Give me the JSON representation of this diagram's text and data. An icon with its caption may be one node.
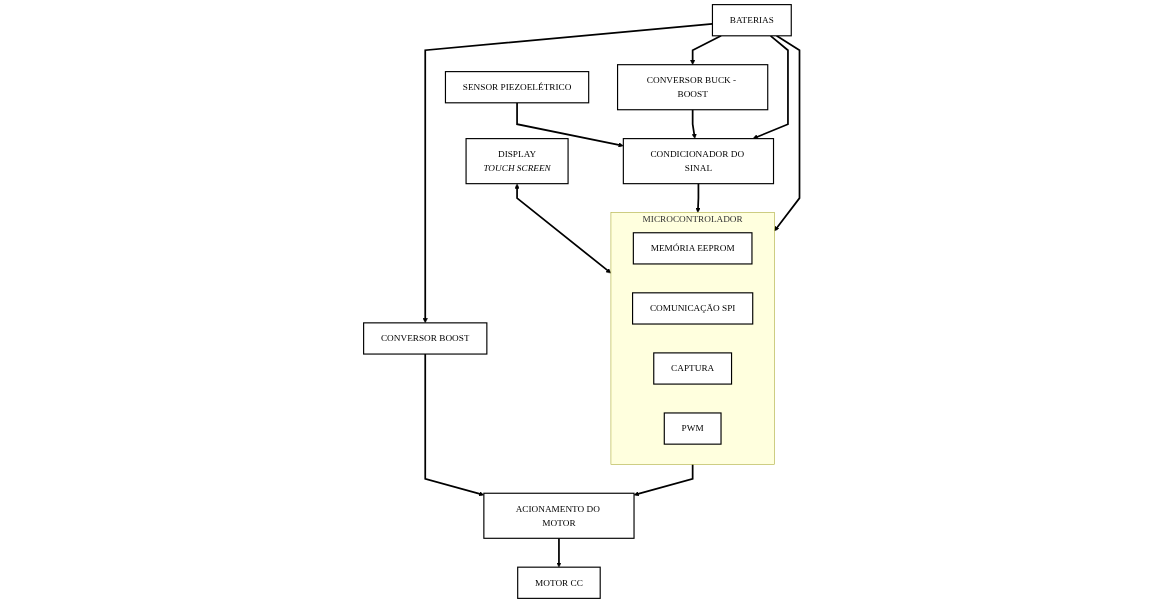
{
  "diagram": {
    "nodes": [
      {
        "text": [
          "DISPLAY",
          "TOUCH SCREEN"
        ]
      },
      {
        "text": [
          "SENSOR PIEZOELÉTRICO"
        ]
      },
      {
        "text": [
          "MOTOR CC"
        ]
      },
      {
        "text": [
          "MICROCONTROLADOR"
        ]
      },
      {
        "text": [
          "MEMÓRIA EEPROM"
        ],
        "in": 3
      },
      {
        "text": [
          "COMUNICAÇÃO SPI"
        ],
        "in": 3
      },
      {
        "text": [
          "CONDICIONADOR DO SINAL"
        ]
      },
      {
        "text": [
          "ACIONAMENTO DO MOTOR"
        ]
      },
      {
        "text": [
          "CAPTURA"
        ],
        "in": 3
      },
      {
        "text": [
          "PWM"
        ],
        "in": 3
      },
      {
        "text": [
          "CONVERSOR BUCK - BOOST"
        ]
      },
      {
        "text": [
          "BATERIAS"
        ]
      },
      {
        "text": [
          "CONVERSOR BOOST"
        ]
      }
    ],
    "edges": [
      {
        "from": 0,
        "to": 3,
        "arrow": "both"
      },
      {
        "from": 1,
        "to": 6,
        "arrow": "to"
      },
      {
        "from": 7,
        "to": 2,
        "arrow": "to"
      },
      {
        "from": 6,
        "to": 3,
        "arrow": "to"
      },
      {
        "from": 3,
        "to": 7,
        "arrow": "to"
      },
      {
        "from": 11,
        "to": 3,
        "arrow": "to"
      },
      {
        "from": 11,
        "to": 10,
        "arrow": "to"
      },
      {
        "from": 11,
        "to": 12,
        "arrow": "to"
      },
      {
        "from": 10,
        "to": 6,
        "arrow": "to"
      },
      {
        "from": 11,
        "to": 6,
        "arrow": "to"
      },
      {
        "from": 12,
        "to": 7,
        "arrow": "to"
      }
    ]
  }
}
